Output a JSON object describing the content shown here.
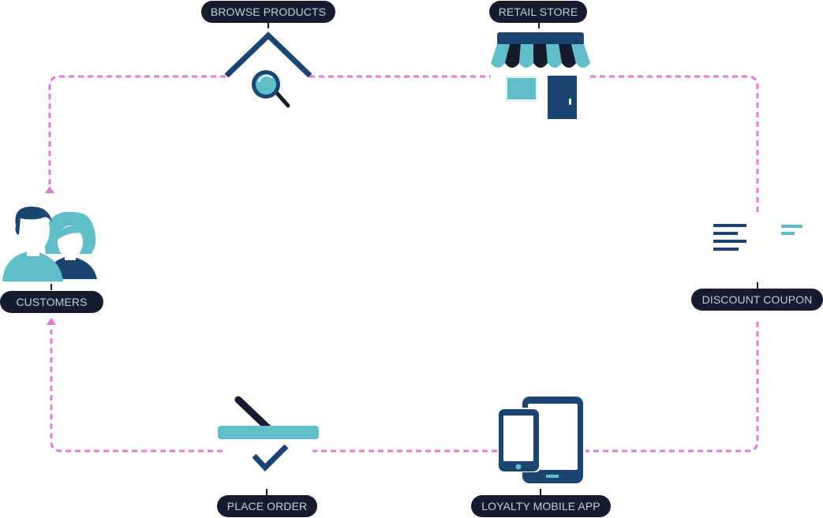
{
  "colors": {
    "navy": "#1b4470",
    "teal": "#5fbec9",
    "dark": "#161b2e",
    "dashed_line": "#e07bd3",
    "label_text": "#c7cbe0",
    "background": "#ffffff"
  },
  "nodes": {
    "browse_products": {
      "label": "BROWSE PRODUCTS",
      "icon": "house-magnifier-icon"
    },
    "retail_store": {
      "label": "RETAIL STORE",
      "icon": "storefront-icon"
    },
    "discount_coupon": {
      "label": "DISCOUNT COUPON",
      "icon": "coupon-lines-icon"
    },
    "loyalty_mobile_app": {
      "label": "LOYALTY MOBILE APP",
      "icon": "phone-tablet-icon"
    },
    "place_order": {
      "label": "PLACE ORDER",
      "icon": "checkmark-icon"
    },
    "customers": {
      "label": "CUSTOMERS",
      "icon": "people-icon"
    }
  },
  "flow": [
    "customers",
    "browse_products",
    "retail_store",
    "discount_coupon",
    "loyalty_mobile_app",
    "place_order",
    "customers"
  ]
}
